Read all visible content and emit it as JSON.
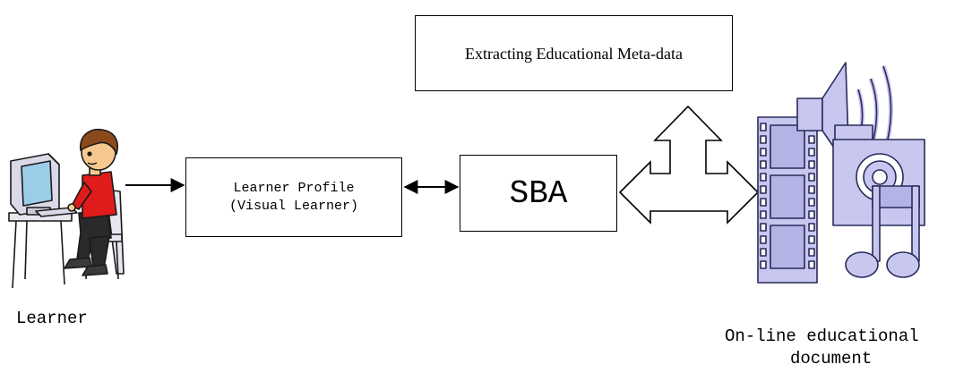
{
  "boxes": {
    "extracting": "Extracting Educational Meta-data",
    "learner_profile": "Learner Profile\n(Visual Learner)",
    "sba": "SBA"
  },
  "captions": {
    "learner": "Learner",
    "document_line1": "On-line educational",
    "document_line2": "document"
  },
  "icons": {
    "learner": "person-at-computer-icon",
    "document": "multimedia-document-icon"
  },
  "colors": {
    "figure_outline": "#1a1a1a",
    "shirt": "#e01b1b",
    "hair": "#8a4a1c",
    "skin": "#f7c98e",
    "monitor": "#d9d9e8",
    "screen": "#9ccde8",
    "multimedia_fill": "#c7c7f0",
    "multimedia_stroke": "#2a2a5a"
  }
}
